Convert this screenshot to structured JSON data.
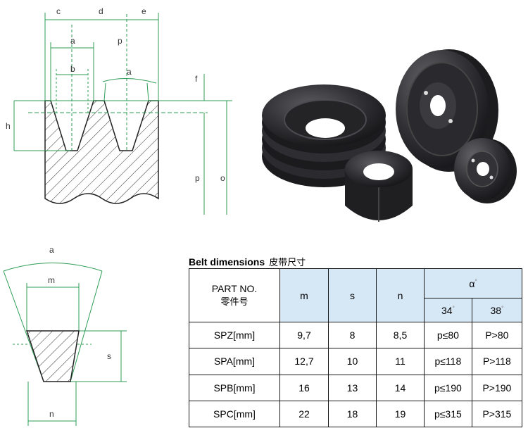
{
  "drawing_labels": {
    "c": "c",
    "d": "d",
    "e": "e",
    "a": "a",
    "b": "b",
    "p": "p",
    "f": "f",
    "h": "h",
    "o": "o",
    "m": "m",
    "s": "s",
    "n": "n"
  },
  "table": {
    "title": "Belt dimensions",
    "title_cn": "皮带尺寸",
    "header": {
      "part_no": "PART NO.",
      "part_no_cn": "零件号",
      "m": "m",
      "s": "s",
      "n": "n",
      "alpha": "α",
      "angle_34": "34",
      "angle_38": "38",
      "degree": "°"
    },
    "rows": [
      {
        "part": "SPZ[mm]",
        "m": "9,7",
        "s": "8",
        "n": "8,5",
        "a34": "p≤80",
        "a38": "P>80"
      },
      {
        "part": "SPA[mm]",
        "m": "12,7",
        "s": "10",
        "n": "11",
        "a34": "p≤118",
        "a38": "P>118"
      },
      {
        "part": "SPB[mm]",
        "m": "16",
        "s": "13",
        "n": "14",
        "a34": "p≤190",
        "a38": "P>190"
      },
      {
        "part": "SPC[mm]",
        "m": "22",
        "s": "18",
        "n": "19",
        "a34": "p≤315",
        "a38": "P>315"
      }
    ]
  },
  "colors": {
    "dimension_line": "#2e9e56",
    "outline": "#222222",
    "table_header_bg": "#d6e7f6",
    "pulley_dark": "#2a2a2d"
  }
}
